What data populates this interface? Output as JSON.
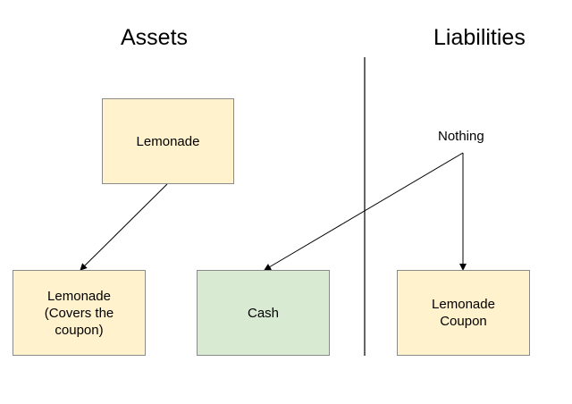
{
  "headings": {
    "assets": "Assets",
    "liabilities": "Liabilities"
  },
  "boxes": {
    "lemonade_top": "Lemonade",
    "lemonade_bottom": "Lemonade\n(Covers the\ncoupon)",
    "cash": "Cash",
    "coupon": "Lemonade\nCoupon"
  },
  "labels": {
    "nothing": "Nothing"
  },
  "colors": {
    "box_yellow": "#fff2cc",
    "box_green": "#d9ead3",
    "border": "#8a8a8a",
    "line": "#000000"
  }
}
